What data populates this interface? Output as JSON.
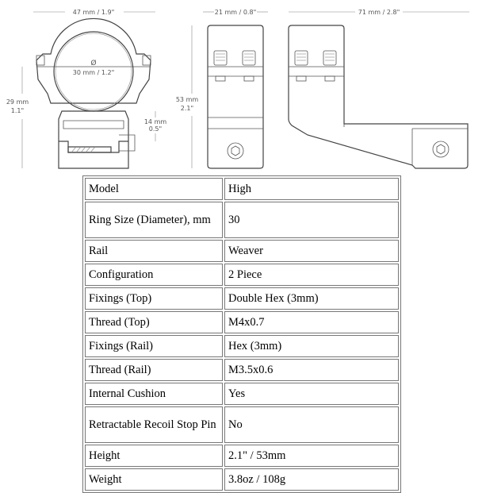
{
  "dimensions": {
    "ring_width": "47 mm / 1.9\"",
    "ring_diameter_symbol": "Ø",
    "ring_diameter": "30 mm / 1.2\"",
    "left_height_value": "29 mm",
    "left_height_inch": "1.1\"",
    "rail_height_value": "14 mm",
    "rail_height_inch": "0.5\"",
    "side_width": "21 mm / 0.8\"",
    "total_height_value": "53 mm",
    "total_height_inch": "2.1\"",
    "length": "71 mm / 2.8\""
  },
  "specs": [
    {
      "key": "Model",
      "value": "High"
    },
    {
      "key": "Ring Size (Diameter), mm",
      "value": "30"
    },
    {
      "key": "Rail",
      "value": "Weaver"
    },
    {
      "key": "Configuration",
      "value": "2 Piece"
    },
    {
      "key": "Fixings (Top)",
      "value": "Double Hex (3mm)"
    },
    {
      "key": "Thread (Top)",
      "value": "M4x0.7"
    },
    {
      "key": "Fixings (Rail)",
      "value": "Hex (3mm)"
    },
    {
      "key": "Thread (Rail)",
      "value": "M3.5x0.6"
    },
    {
      "key": "Internal Cushion",
      "value": "Yes"
    },
    {
      "key": "Retractable Recoil Stop Pin",
      "value": "No"
    },
    {
      "key": "Height",
      "value": "2.1\" / 53mm"
    },
    {
      "key": "Weight",
      "value": "3.8oz / 108g"
    }
  ]
}
